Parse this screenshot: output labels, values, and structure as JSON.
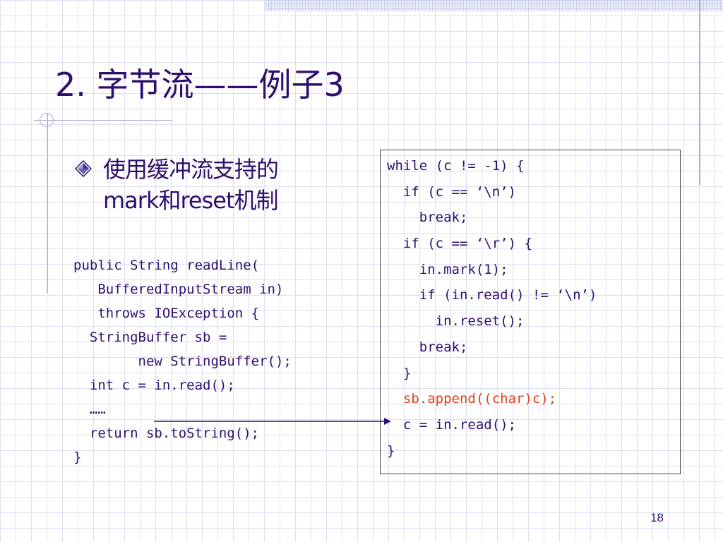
{
  "slide": {
    "title": "2. 字节流——例子3",
    "bullet": {
      "line1": "使用缓冲流支持的",
      "line2": "mark和reset机制"
    },
    "left_code": [
      "public String readLine(",
      "   BufferedInputStream in)",
      "   throws IOException {",
      "  StringBuffer sb =",
      "        new StringBuffer();",
      "  int c = in.read();",
      "  ……",
      "  return sb.toString();",
      "}"
    ],
    "right_code": [
      "while (c != -1) {",
      "  if (c == ‘\\n’)",
      "    break;",
      "  if (c == ‘\\r’) {",
      "    in.mark(1);",
      "    if (in.read() != ‘\\n’)",
      "      in.reset();",
      "    break;",
      "  }",
      "  sb.append((char)c);",
      "  c = in.read();",
      "}"
    ],
    "highlight_color": "#e0421a",
    "text_color": "#2e0f6e",
    "page_number": "18",
    "icons": {
      "bullet": "diamond-bullet-icon"
    }
  }
}
